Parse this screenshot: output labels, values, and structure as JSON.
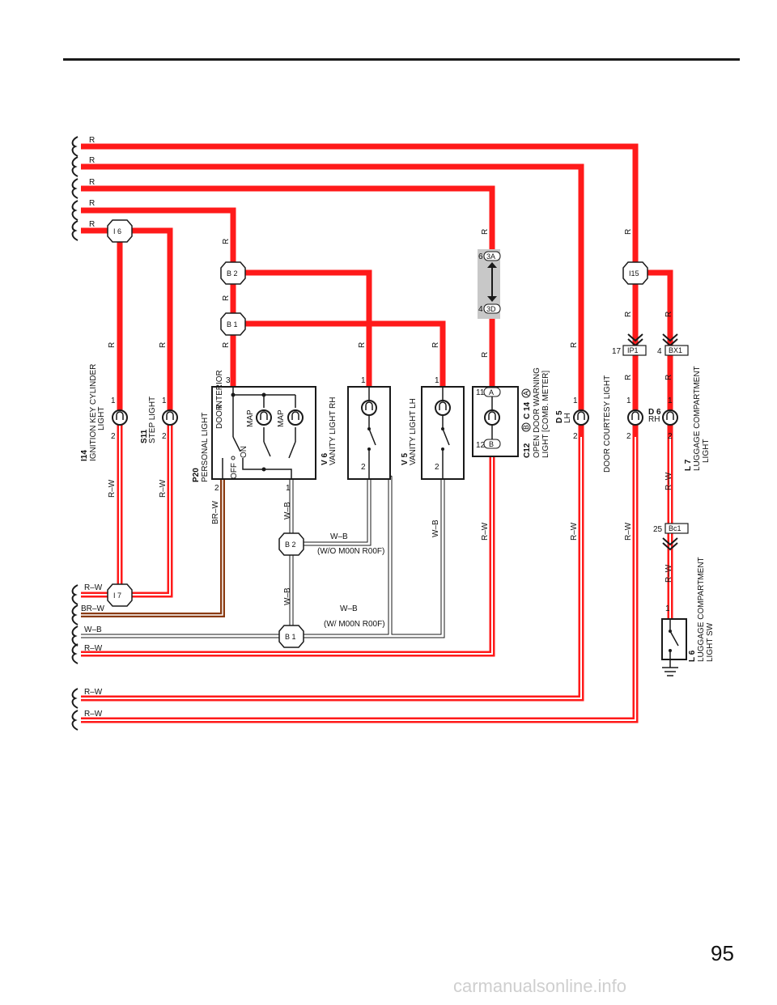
{
  "page": {
    "number": "95",
    "watermark": "carmanualsonline.info"
  },
  "colors": {
    "red": "#ff1a1a",
    "brown": "#8a3a10",
    "white_wire": "#ffffff",
    "outline": "#1a1a1a",
    "shade": "#c8c8c8"
  },
  "wires": {
    "r": "R",
    "rw": "R–W",
    "brw": "BR–W",
    "wb": "W–B"
  },
  "junctions": {
    "i6": "I 6",
    "i7": "I 7",
    "b2": "B 2",
    "b1": "B 1",
    "i15": "I15"
  },
  "connectors": {
    "ip1": "IP1",
    "bx1": "BX1",
    "bc1": "Bc1",
    "c3a": "3A",
    "c3d": "3D",
    "ca": "A",
    "cb": "B"
  },
  "pins": {
    "p1": "1",
    "p2": "2",
    "p3": "3",
    "p4": "4",
    "p6": "6",
    "p11": "11",
    "p12": "12",
    "p17": "17",
    "p25": "25"
  },
  "components": {
    "i14": {
      "code": "I14",
      "name1": "IGNITION KEY CYLINDER",
      "name2": "LIGHT"
    },
    "s11": {
      "code": "S11",
      "name1": "STEP LIGHT"
    },
    "p20": {
      "code": "P20",
      "name1": "PERSONAL LIGHT",
      "door": "DOOR",
      "off": "OFF",
      "interior": "INTERIOR",
      "on": "ON",
      "map": "MAP"
    },
    "v6": {
      "code": "V 6",
      "name1": "VANITY LIGHT RH"
    },
    "v5": {
      "code": "V 5",
      "name1": "VANITY LIGHT LH"
    },
    "c12": {
      "code": "C12",
      "code2": "C 14",
      "name1": "OPEN DOOR WARNING",
      "name2": "LIGHT [COMB. METER]"
    },
    "d5": {
      "code": "D 5",
      "side": "LH"
    },
    "d6": {
      "code": "D 6",
      "side": "RH"
    },
    "courtesy": {
      "name1": "DOOR COURTESY LIGHT"
    },
    "l7": {
      "code": "L 7",
      "name1": "LUGGAGE COMPARTMENT",
      "name2": "LIGHT"
    },
    "l6": {
      "code": "L 6",
      "name1": "LUGGAGE COMPARTMENT",
      "name2": "LIGHT SW"
    }
  },
  "notes": {
    "wo": "(W/O M00N R00F)",
    "w": "(W/ M00N R00F)"
  }
}
